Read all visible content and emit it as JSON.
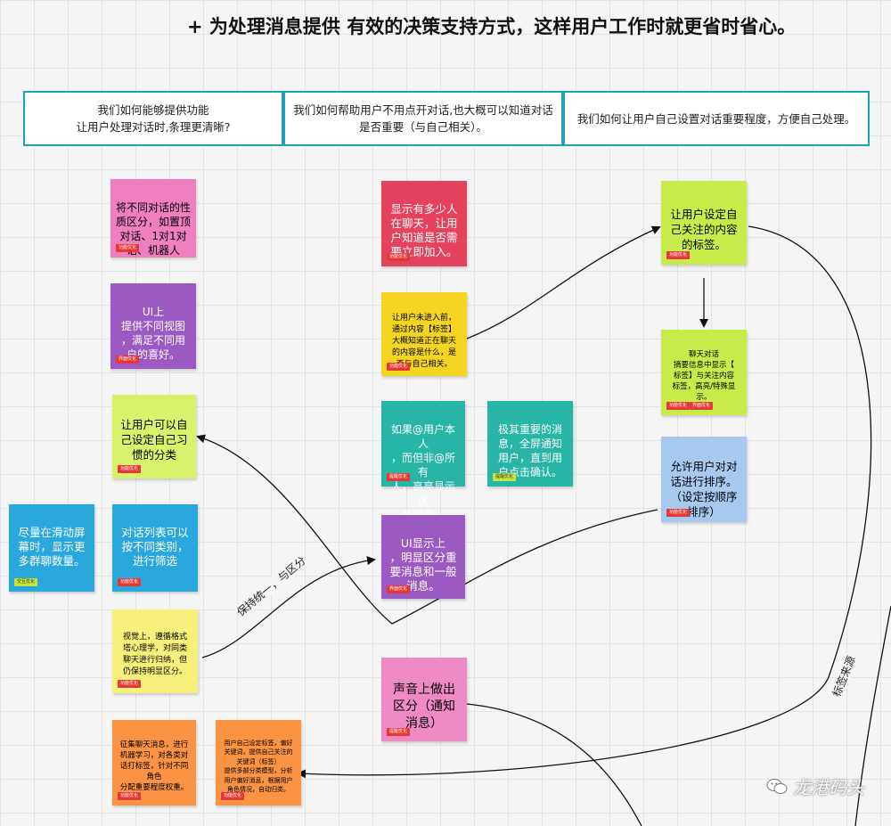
{
  "title": "+ 为处理消息提供 有效的决策支持方式，这样用户工作时就更省时省心。",
  "questions": [
    "我们如何能够提供功能\n让用户处理对话时,条理更清晰?",
    "我们如何帮助用户不用点开对话,也大概可以知道对话\n是否重要（与自己相关）。",
    "我们如何让用户自己设置对话重要程度，方便自己处理。"
  ],
  "notes": {
    "n1": {
      "text": "将不同对话的性\n质区分，如置顶\n对话、1对1对\n话、机器人",
      "tag": "功能优化",
      "color": "#ef7fbf"
    },
    "n2": {
      "text": "UI上\n提供不同视图\n，满足不同用\n户的喜好。",
      "tag": "界面优化",
      "color": "#9b59c2"
    },
    "n3": {
      "text": "让用户可以自\n己设定自己习\n惯的分类",
      "tag": "功能优化",
      "color": "#d8f26c"
    },
    "n4": {
      "text": "尽量在滑动屏\n幕时，显示更\n多群聊数量。",
      "tag": "交互优化",
      "color": "#2aa8de"
    },
    "n5": {
      "text": "对话列表可以\n按不同类别，\n进行筛选",
      "tag": "功能优化",
      "color": "#2aa8de"
    },
    "n6": {
      "text": "视觉上，遵循格式\n塔心理学，对同类\n聊天进行归纳，但\n仍保持明显区分。",
      "tag": "功能优化",
      "color": "#f8f07c"
    },
    "n7": {
      "text": "征集聊天消息，进行\n机器学习，对各类对\n话打标签，针对不同\n角色\n分配重要程度权重。",
      "tag": "功能优化",
      "color": "#fa9344"
    },
    "n8": {
      "text": "用户自己设定标签，偏好\n关键词，提供自己关注的\n关键词（标签）\n提供多部分类模型，分析\n用户偏好消息，根据用户\n角色情况，自动归类。",
      "tag": "功能优化",
      "color": "#fa9344"
    },
    "n9": {
      "text": "显示有多少人\n在聊天，让用\n户知道是否需\n要立即加入。",
      "tag": "功能优化",
      "color": "#e5425e"
    },
    "n10": {
      "text": "让用户未进入前，\n通过内容【标签】\n大概知道正在聊天\n的内容是什么，是\n否与自己相关。",
      "tag": "功能优化",
      "color": "#f5d522"
    },
    "n11": {
      "text": "如果@用户本人\n，而但非@所有\n人，高亮显示这\n条消息。",
      "tag": "提醒优化",
      "color": "#27b5a5"
    },
    "n12": {
      "text": "极其重要的消\n息，全屏通知\n用户，直到用\n户点击确认。",
      "tag": "提醒优化",
      "color": "#27b5a5"
    },
    "n13": {
      "text": "UI显示上\n，明显区分重\n要消息和一般\n消息。",
      "tag": "界面优化",
      "color": "#9b59c2"
    },
    "n14": {
      "text": "声音上做出\n区分（通知\n消息）",
      "tag": "提醒优化",
      "color": "#ef8ac4"
    },
    "n15": {
      "text": "让用户设定自\n己关注的内容\n的标签。",
      "tag": "功能优化",
      "color": "#c7ec4a"
    },
    "n16": {
      "text": "聊天对话\n摘要信息中显示【\n标签】与关注内容\n标签，高亮/特殊显\n示。",
      "tag": "功能优化",
      "tag2": "界面优化",
      "color": "#c7ec4a"
    },
    "n17": {
      "text": "允许用户对对\n话进行排序。\n（设定按顺序\n排序）",
      "tag": "功能优化",
      "color": "#a7c9f0"
    }
  },
  "arrow_labels": {
    "keep_consistent": "保持统一，与区分",
    "tag_source": "标签来源"
  },
  "watermark": {
    "text": "龙港码头",
    "icon": "wechat-icon"
  }
}
